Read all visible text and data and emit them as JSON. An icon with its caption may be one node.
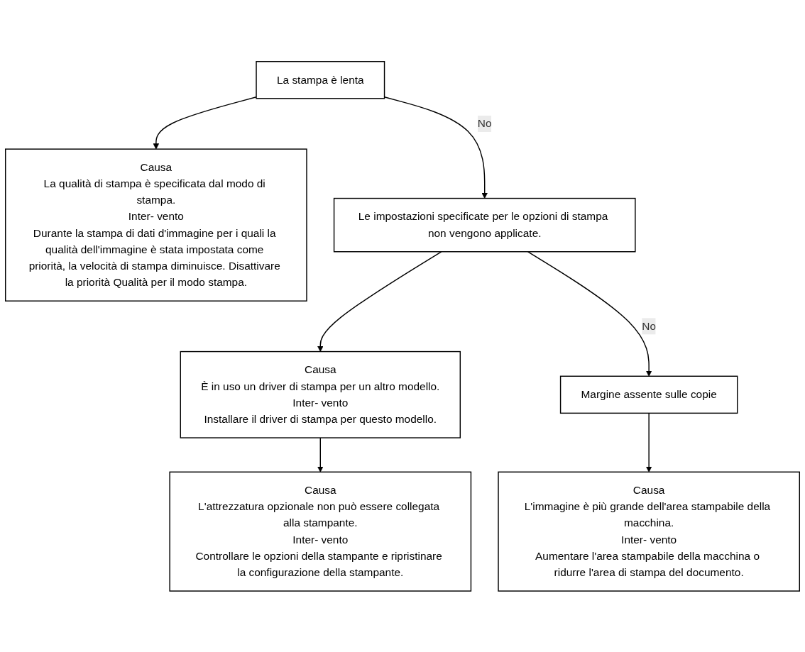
{
  "diagram": {
    "nodes": [
      {
        "text": [
          "La stampa è lenta"
        ]
      },
      {
        "text": [
          "Causa",
          "La qualità di stampa è specificata dal modo di stampa.",
          "Inter- vento",
          "Durante la stampa di dati d'immagine per i quali la qualità dell'immagine è stata impostata come priorità, la velocità di stampa diminuisce. Disattivare la priorità Qualità per il modo stampa."
        ]
      },
      {
        "text": [
          "Le impostazioni specificate per le opzioni di stampa non vengono applicate."
        ]
      },
      {
        "text": [
          "Causa",
          "È in uso un driver di stampa per un altro modello.",
          "Inter- vento",
          "Installare il driver di stampa per questo modello."
        ]
      },
      {
        "text": [
          "Causa",
          "L'attrezzatura opzionale non può essere collegata alla stampante.",
          "Inter- vento",
          "Controllare le opzioni della stampante e ripristinare la configurazione della stampante."
        ]
      },
      {
        "text": [
          "Margine assente sulle copie"
        ]
      },
      {
        "text": [
          "Causa",
          "L'immagine è più grande dell'area stampabile della macchina.",
          "Inter- vento",
          "Aumentare l'area stampabile della macchina o ridurre l'area di stampa del documento."
        ]
      }
    ],
    "edges": [
      {
        "from": 0,
        "to": 1,
        "arrow": "to"
      },
      {
        "from": 0,
        "to": 2,
        "arrow": "to",
        "label": "No"
      },
      {
        "from": 2,
        "to": 3,
        "arrow": "to"
      },
      {
        "from": 3,
        "to": 4,
        "arrow": "to"
      },
      {
        "from": 2,
        "to": 5,
        "arrow": "to",
        "label": "No"
      },
      {
        "from": 5,
        "to": 6,
        "arrow": "to"
      }
    ]
  }
}
